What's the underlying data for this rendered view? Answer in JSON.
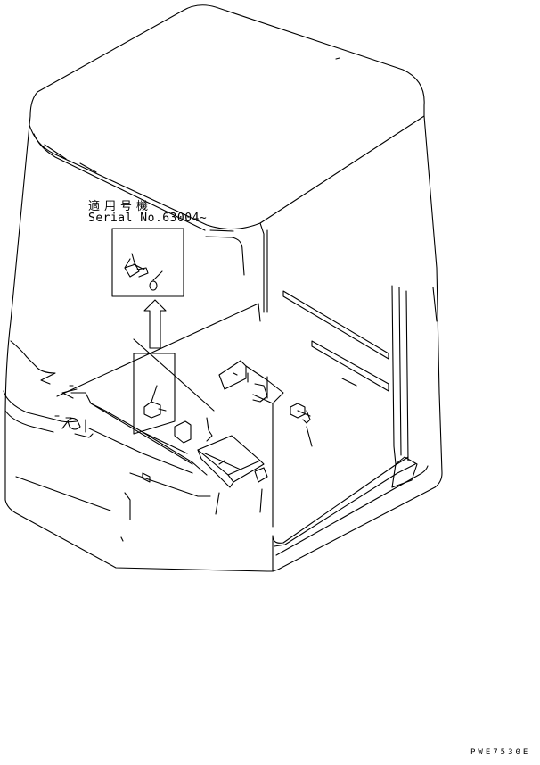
{
  "callout": {
    "applies_label": "適用号機",
    "serial_label": "Serial No.63004~"
  },
  "drawing_code": "PWE7530E"
}
